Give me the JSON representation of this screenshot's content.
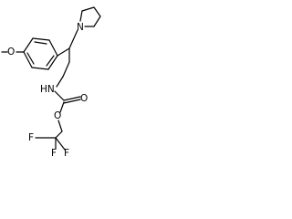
{
  "diagram": {
    "type": "chemical-structure",
    "atom_labels": {
      "pyrrolidine_nitrogen": "N",
      "methoxy_oxygen": "O",
      "amide_nitrogen": "HN",
      "carbonyl_oxygen": "O",
      "ester_oxygen": "O",
      "fluorine_1": "F",
      "fluorine_2": "F",
      "fluorine_3": "F"
    },
    "colors": {
      "line": "#000000",
      "background": "#ffffff"
    }
  }
}
